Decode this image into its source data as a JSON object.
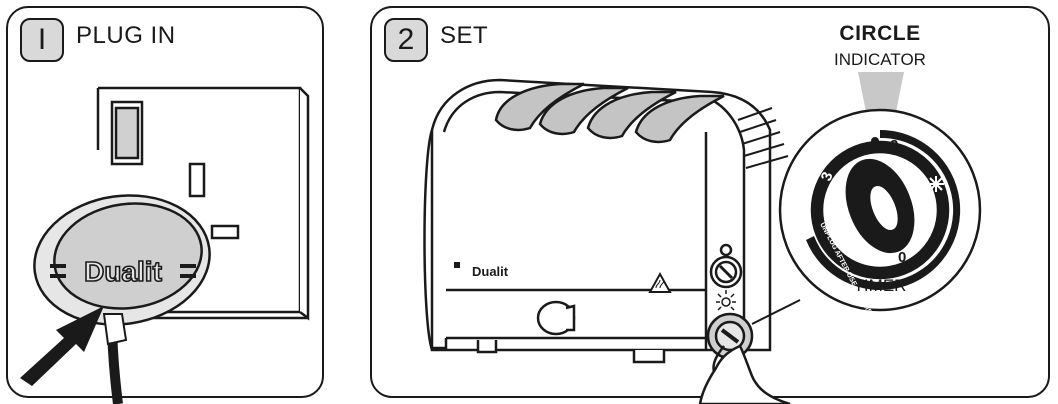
{
  "steps": [
    {
      "number": "I",
      "title": "PLUG IN"
    },
    {
      "number": "2",
      "title": "SET"
    }
  ],
  "callout": {
    "heading": "CIRCLE",
    "subheading": "INDICATOR",
    "dial_label": "TIMER",
    "dial_numbers": [
      "2",
      "3",
      "0"
    ],
    "dial_ring_text": "UNPLUG AFTER USE FIRE RISK"
  },
  "plug": {
    "brand": "Dualit"
  },
  "toaster": {
    "brand": "Dualit"
  },
  "colors": {
    "outline": "#1a1a1a",
    "badge_fill": "#d9d9d9",
    "slot_fill": "#c4c4c4",
    "indicator_beam": "#c8c8c8"
  }
}
